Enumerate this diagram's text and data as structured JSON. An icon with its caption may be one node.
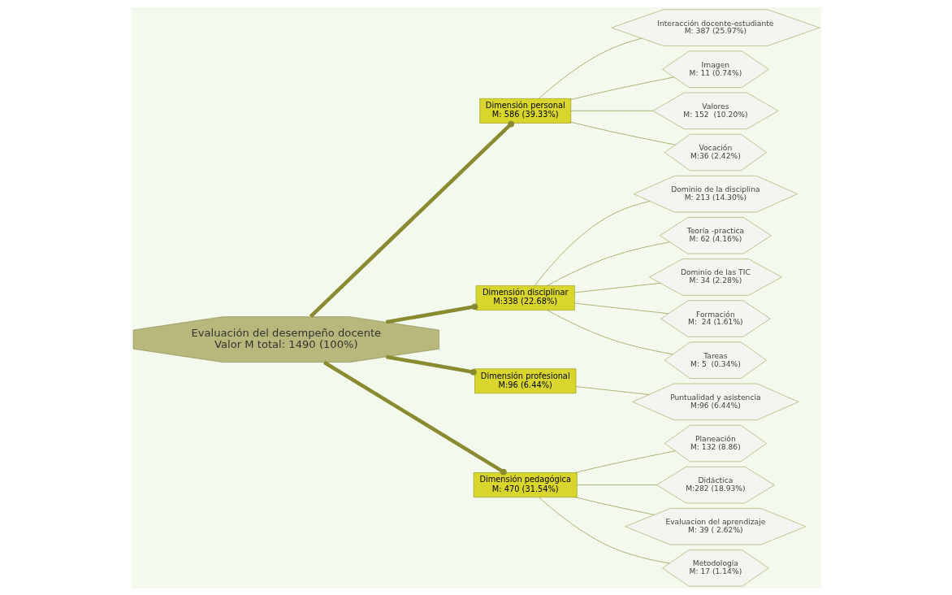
{
  "diagram": {
    "nodes": [
      {
        "text": [
          "Evaluación del desempeño docente",
          "Valor M total: 1490 (100%)"
        ]
      },
      {
        "text": [
          "Dimensión personal",
          "M: 586 (39.33%)"
        ]
      },
      {
        "text": [
          "Interacción docente-estudiante",
          "M: 387 (25.97%)"
        ]
      },
      {
        "text": [
          "Imagen",
          "M: 11 (0.74%)"
        ]
      },
      {
        "text": [
          "Valores",
          "M: 152  (10.20%)"
        ]
      },
      {
        "text": [
          "Vocación",
          "M:36 (2.42%)"
        ]
      },
      {
        "text": [
          "Dimensión disciplinar",
          "M:338 (22.68%)"
        ]
      },
      {
        "text": [
          "Dominio de la disciplina",
          "M: 213 (14.30%)"
        ]
      },
      {
        "text": [
          "Teoría -practica",
          "M: 62 (4.16%)"
        ]
      },
      {
        "text": [
          "Dominio de las TIC",
          "M: 34 (2.28%)"
        ]
      },
      {
        "text": [
          "Formación",
          "M:  24 (1.61%)"
        ]
      },
      {
        "text": [
          "Tareas",
          "M: 5  (0.34%)"
        ]
      },
      {
        "text": [
          "Dimensión profesional",
          "M:96 (6.44%)"
        ]
      },
      {
        "text": [
          "Puntualidad y asistencia",
          "M:96 (6.44%)"
        ]
      },
      {
        "text": [
          "Dimensión pedagógica",
          "M: 470 (31.54%)"
        ]
      },
      {
        "text": [
          "Planeación",
          "M: 132 (8.86)"
        ]
      },
      {
        "text": [
          "Didáctica",
          "M:282 (18.93%)"
        ]
      },
      {
        "text": [
          "Evaluacion del aprendizaje",
          "M: 39 ( 2.62%)"
        ]
      },
      {
        "text": [
          "Metodología",
          "M: 17 (1.14%)"
        ]
      }
    ],
    "edges": [
      {
        "from": 0,
        "to": 1,
        "arrow": "other",
        "style": "thick"
      },
      {
        "from": 0,
        "to": 6,
        "arrow": "other",
        "style": "thick"
      },
      {
        "from": 0,
        "to": 12,
        "arrow": "other",
        "style": "thick"
      },
      {
        "from": 0,
        "to": 14,
        "arrow": "other",
        "style": "thick"
      },
      {
        "from": 1,
        "to": 2,
        "arrow": "none"
      },
      {
        "from": 1,
        "to": 3,
        "arrow": "none"
      },
      {
        "from": 1,
        "to": 4,
        "arrow": "none"
      },
      {
        "from": 1,
        "to": 5,
        "arrow": "none"
      },
      {
        "from": 6,
        "to": 7,
        "arrow": "none"
      },
      {
        "from": 6,
        "to": 8,
        "arrow": "none"
      },
      {
        "from": 6,
        "to": 9,
        "arrow": "none"
      },
      {
        "from": 6,
        "to": 10,
        "arrow": "none"
      },
      {
        "from": 6,
        "to": 11,
        "arrow": "none"
      },
      {
        "from": 12,
        "to": 13,
        "arrow": "none"
      },
      {
        "from": 14,
        "to": 15,
        "arrow": "none"
      },
      {
        "from": 14,
        "to": 16,
        "arrow": "none"
      },
      {
        "from": 14,
        "to": 17,
        "arrow": "none"
      },
      {
        "from": 14,
        "to": 18,
        "arrow": "none"
      }
    ]
  }
}
